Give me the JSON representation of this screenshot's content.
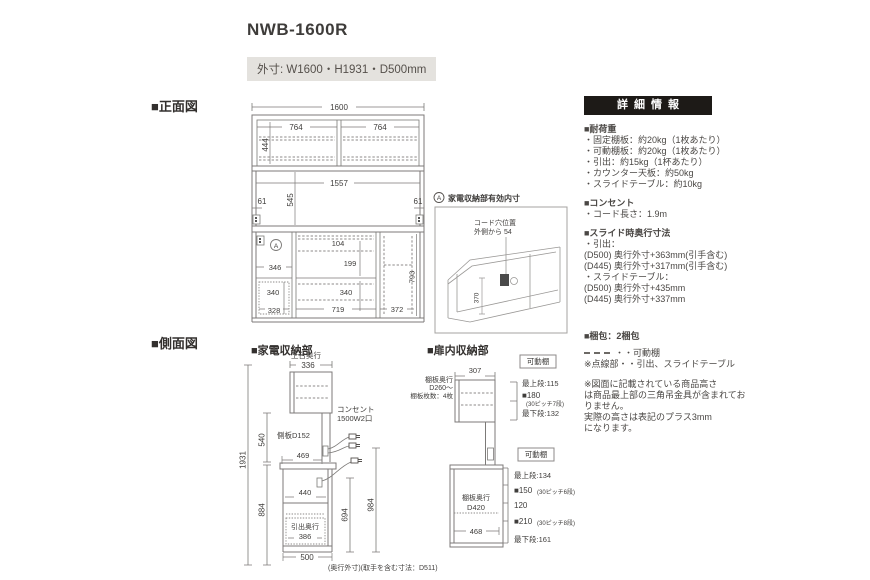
{
  "page": {
    "title": "NWB-1600R",
    "outer_dims": "外寸: W1600・H1931・D500mm"
  },
  "sections": {
    "front_view": "■正面図",
    "side_view": "■側面図",
    "appliance": "■家電収納部",
    "door": "■扉内収納部"
  },
  "front": {
    "total_width": "1600",
    "shelf_w_left": "764",
    "shelf_w_right": "764",
    "hutch_height": "444",
    "counter_width": "1557",
    "mid_height": "545",
    "side_left": "61",
    "side_right": "61",
    "a_mark": "A",
    "appliance_w": "346",
    "slot_h": "104",
    "slot_h2": "199",
    "drawer_h": "340",
    "center_h": "340",
    "drawer_w": "328",
    "center_w": "719",
    "right_w": "372",
    "lower_height": "793"
  },
  "inner_box": {
    "a_mark": "A",
    "label": "家電収納部有効内寸",
    "cord_line1": "コード穴位置",
    "cord_line2": "外側から 54",
    "depth": "370"
  },
  "side": {
    "top_depth_label": "上台奥行",
    "top_depth": "336",
    "outlet_line1": "コンセント",
    "outlet_line2": "1500W2口",
    "side_panel": "側板D152",
    "h540": "540",
    "h1931": "1931",
    "h884": "884",
    "w469": "469",
    "w440": "440",
    "h694": "694",
    "h984": "984",
    "drawer_label": "引出奥行",
    "drawer_depth": "386",
    "w500": "500",
    "caption": "(奥行外寸)(取手を含む寸法：D511)"
  },
  "door_upper": {
    "shelf_depth_label": "棚板奥行",
    "shelf_depth": "D260〜",
    "shelf_count": "※棚板枚数：4枚",
    "width": "307",
    "movable": "可動棚",
    "top_row": "最上段:115",
    "pitch": "■180",
    "pitch_note": "(30ピッチ7段)",
    "bottom_row": "最下段:132"
  },
  "door_lower": {
    "movable": "可動棚",
    "top_row": "最上段:134",
    "pitch1": "■150",
    "pitch1_note": "(30ピッチ6段)",
    "mid": "120",
    "pitch2": "■210",
    "pitch2_note": "(30ピッチ8段)",
    "bottom_row": "最下段:161",
    "shelf_depth_label": "棚板奥行",
    "shelf_depth": "D420",
    "width": "468"
  },
  "details": {
    "header": "詳細情報",
    "header_bg": "#1d1a17",
    "header_fg": "#ffffff",
    "load_title": "■耐荷重",
    "load_items": [
      "・固定棚板：約20kg（1枚あたり）",
      "・可動棚板：約20kg（1枚あたり）",
      "・引出：約15kg（1杯あたり）",
      "・カウンター天板：約50kg",
      "・スライドテーブル：約10kg"
    ],
    "outlet_title": "■コンセント",
    "outlet_item": "・コード長さ：1.9m",
    "slide_title": "■スライド時奥行寸法",
    "slide_items": [
      "・引出：",
      "(D500) 奥行外寸+363mm(引手含む)",
      "(D445) 奥行外寸+317mm(引手含む)",
      "・スライドテーブル：",
      "(D500) 奥行外寸+435mm",
      "(D445) 奥行外寸+337mm"
    ],
    "package": "■梱包：2梱包",
    "legend_movable": "・・可動棚",
    "legend_dotted": "※点線部・・引出、スライドテーブル",
    "note_lines": [
      "※図面に記載されている商品高さ",
      "は商品最上部の三角吊金具が含まれてお",
      "りません。",
      "実際の高さは表記のプラス3mm",
      "になります。"
    ]
  }
}
